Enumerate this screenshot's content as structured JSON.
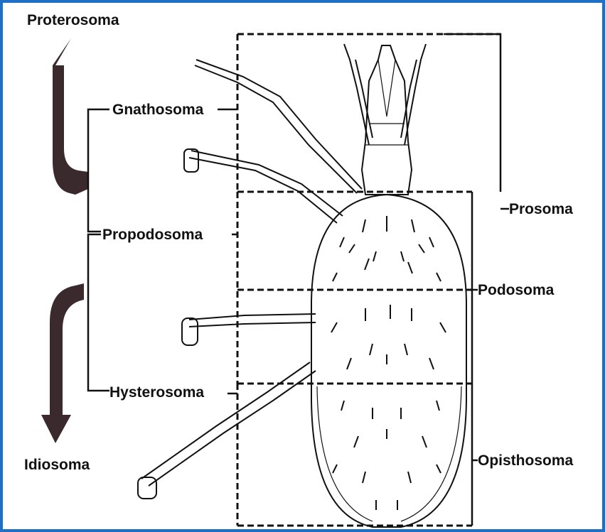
{
  "diagram": {
    "labels": {
      "proterosoma": "Proterosoma",
      "idiosoma": "Idiosoma",
      "gnathosoma": "Gnathosoma",
      "propodosoma": "Propodosoma",
      "hysterosoma": "Hysterosoma",
      "prosoma": "Prosoma",
      "podosoma": "Podosoma",
      "opisthosoma": "Opisthosoma"
    },
    "colors": {
      "frame": "#1f6fc4",
      "arrow": "#3a2a2e",
      "line": "#111111"
    },
    "icons": {
      "up_arrow": "curved-up-arrow-icon",
      "down_arrow": "curved-down-arrow-icon",
      "mite": "mite-illustration"
    }
  }
}
